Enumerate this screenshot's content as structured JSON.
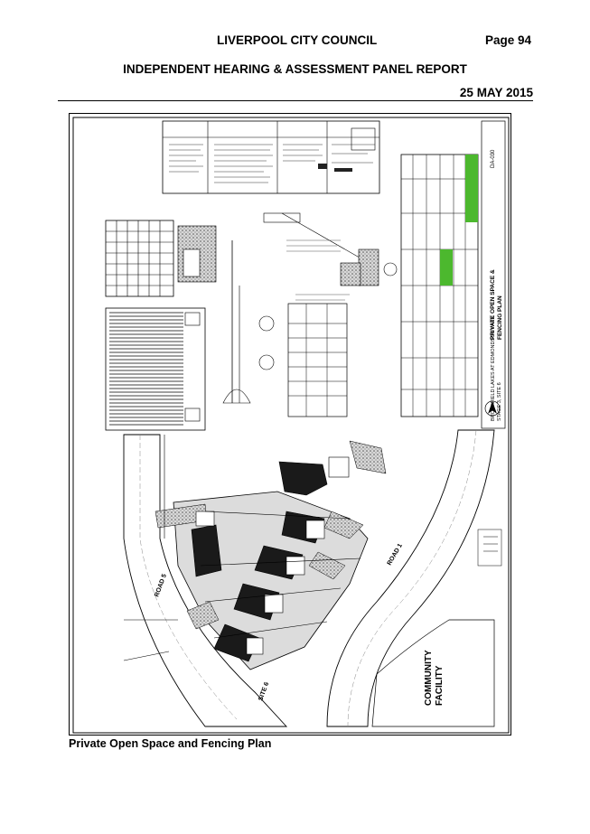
{
  "header": {
    "council": "LIVERPOOL CITY COUNCIL",
    "page": "Page 94",
    "report_title": "INDEPENDENT HEARING & ASSESSMENT PANEL REPORT",
    "date": "25 MAY 2015"
  },
  "drawing": {
    "labels": {
      "road_5": "ROAD 5",
      "road_1": "ROAD 1",
      "community": "COMMUNITY",
      "facility": "FACILITY",
      "site_6": "SITE 6",
      "sheet_title_1": "PRIVATE OPEN SPACE &",
      "sheet_title_2": "FENCING PLAN",
      "project_1": "BROOKFIELD LAKES AT EDMONDSON PARK",
      "project_2": "STAGE 3, SITE 6",
      "drawing_no": "DA-030"
    }
  },
  "caption": "Private Open Space and Fencing Plan"
}
